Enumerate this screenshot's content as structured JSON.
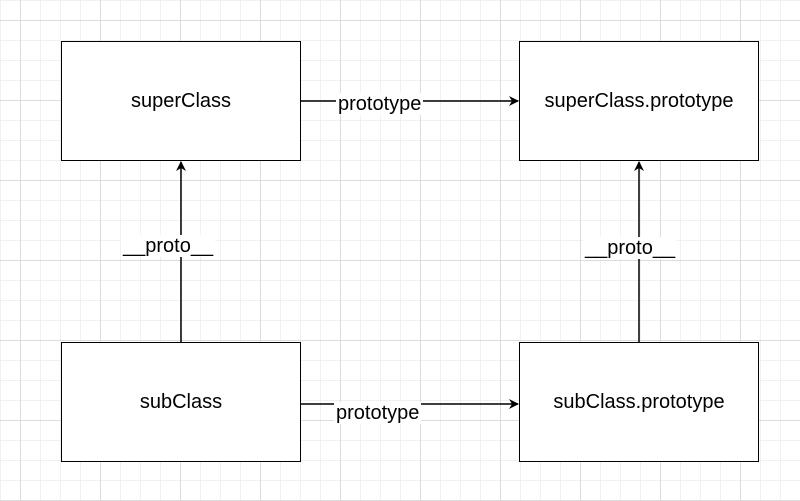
{
  "diagram": {
    "nodes": {
      "super_class": "superClass",
      "super_class_prototype": "superClass.prototype",
      "sub_class": "subClass",
      "sub_class_prototype": "subClass.prototype"
    },
    "edges": {
      "super_prototype_label": "prototype",
      "sub_prototype_label": "prototype",
      "left_proto_label": "__proto__",
      "right_proto_label": "__proto__"
    }
  }
}
